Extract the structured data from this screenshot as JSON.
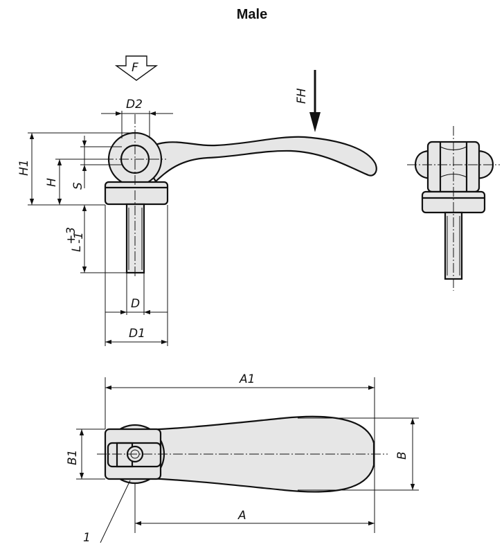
{
  "title": "Male",
  "labels": {
    "force": "F",
    "hand_force": "FH",
    "d2": "D2",
    "h1": "H1",
    "h": "H",
    "s": "S",
    "l_base": "L",
    "l_tol_upper": "+3",
    "l_tol_lower": "-1",
    "d": "D",
    "d1": "D1",
    "a1": "A1",
    "b1": "B1",
    "b": "B",
    "a": "A",
    "callout_1": "1"
  }
}
